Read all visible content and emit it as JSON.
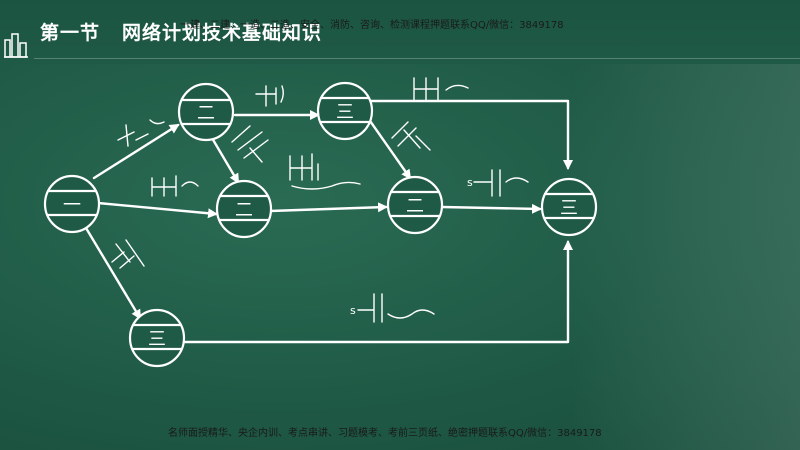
{
  "header": {
    "section": "第一节",
    "title": "网络计划技术基础知识",
    "top_note": "一建、二建、一造、二造、安全、消防、咨询、检测课程押题联系QQ/微信：3849178"
  },
  "diagram": {
    "nodes": [
      {
        "id": "n1",
        "label": "一"
      },
      {
        "id": "n2",
        "label": "二"
      },
      {
        "id": "n3",
        "label": "三"
      },
      {
        "id": "n4",
        "label": "二"
      },
      {
        "id": "n5",
        "label": "二"
      },
      {
        "id": "n6",
        "label": "三"
      },
      {
        "id": "n7",
        "label": "三"
      }
    ],
    "marks": [
      {
        "id": "s-top",
        "text": "s"
      },
      {
        "id": "s-bottom",
        "text": "s"
      }
    ]
  },
  "footer": {
    "text": "名师面授精华、央企内训、考点串讲、习题模考、考前三页纸、绝密押题联系QQ/微信：3849178"
  },
  "colors": {
    "board": "#1f5a46",
    "chalk": "#ffffff"
  }
}
